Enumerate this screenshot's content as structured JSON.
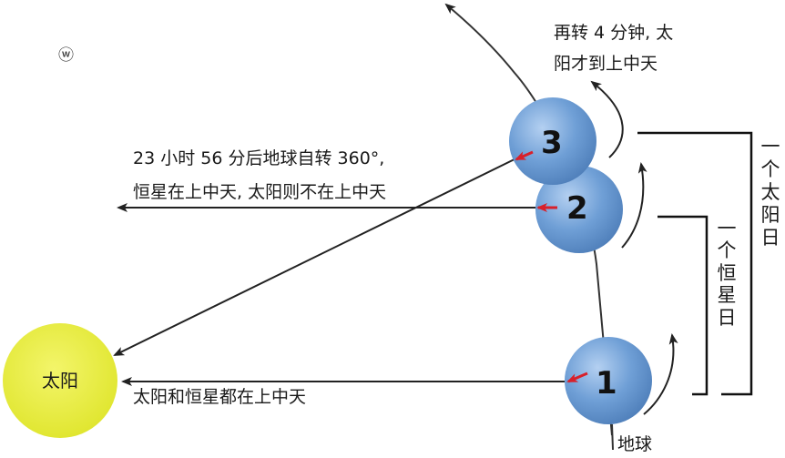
{
  "logo": "ⓦ",
  "sun_label": "太阳",
  "earth_label": "地球",
  "positions": [
    "1",
    "2",
    "3"
  ],
  "caption_pos1": "太阳和恒星都在上中天",
  "caption_pos2_line1": "23 小时 56 分后地球自转 360°,",
  "caption_pos2_line2": "恒星在上中天, 太阳则不在上中天",
  "caption_pos3_line1": "再转 4 分钟, 太",
  "caption_pos3_line2": "阳才到上中天",
  "sidereal_day_chars": [
    "一",
    "个",
    "恒",
    "星",
    "日"
  ],
  "solar_day_chars": [
    "一",
    "个",
    "太",
    "阳",
    "日"
  ],
  "colors": {
    "sun": "#e8ec3c",
    "earth": "#6f9fd6",
    "earth_highlight": "#a9c8ee",
    "marker": "#d8202a",
    "line": "#222222"
  }
}
